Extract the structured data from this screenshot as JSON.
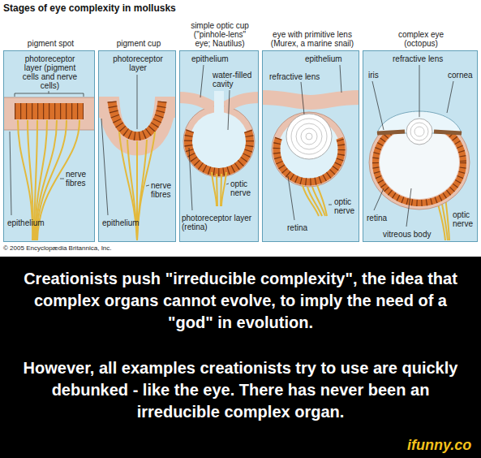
{
  "diagram": {
    "title": "Stages of eye complexity in mollusks",
    "nodes": [
      {
        "text": [
          "pigment spot",
          "photoreceptor layer (pigment cells and nerve cells)",
          "nerve fibres",
          "epithelium"
        ]
      },
      {
        "text": [
          "pigment cup",
          "photoreceptor layer",
          "nerve fibres",
          "epithelium"
        ]
      },
      {
        "text": [
          "simple optic cup (\"pinhole-lens\" eye; Nautilus)",
          "epithelium",
          "water-filled cavity",
          "optic nerve",
          "photoreceptor layer (retina)"
        ]
      },
      {
        "text": [
          "eye with primitive lens (Murex, a marine snail)",
          "epithelium",
          "refractive lens",
          "optic nerve",
          "retina"
        ]
      },
      {
        "text": [
          "complex eye (octopus)",
          "refractive lens",
          "iris",
          "cornea",
          "retina",
          "optic nerve",
          "vitreous body"
        ]
      },
      {
        "text": [
          "Creationists push \"irreducible complexity\", the idea that complex organs cannot evolve, to imply the need of a \"god\" in evolution.",
          "However, all examples creationists try to use are quickly debunked - like the eye. There has never been an irreducible complex organ."
        ]
      }
    ],
    "labels": [
      "© 2005 Encyclopædia Britannica, Inc.",
      "ifunny.co"
    ]
  }
}
